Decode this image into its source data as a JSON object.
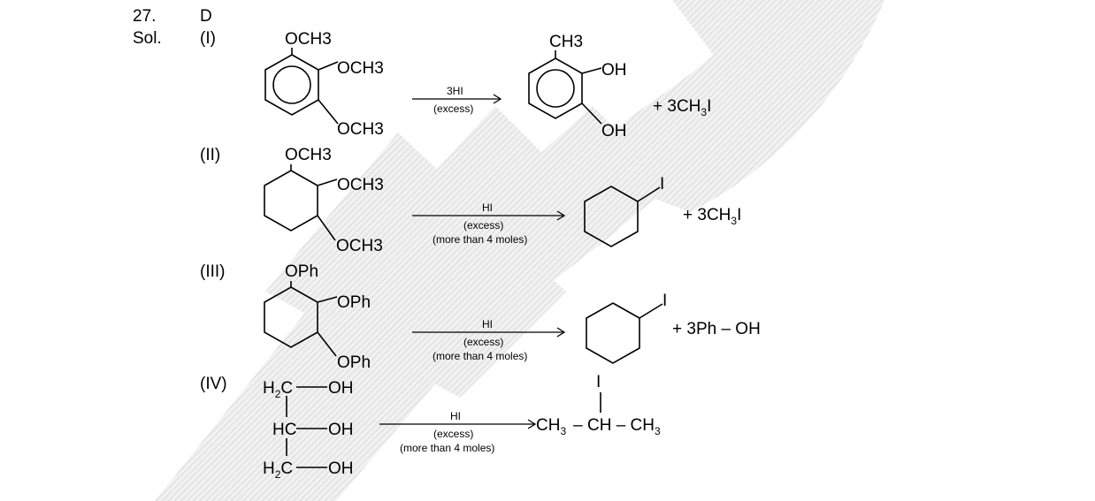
{
  "question_number": "27.",
  "answer": "D",
  "solution_label": "Sol.",
  "reactions": [
    {
      "label": "(I)",
      "reactant_groups": [
        "OCH3",
        "OCH3",
        "OCH3"
      ],
      "reagent": "3HI",
      "conditions": [
        "(excess)"
      ],
      "product_groups": [
        "CH3",
        "OH",
        "OH"
      ],
      "byproduct": "+ 3CH",
      "byproduct_sub": "3",
      "byproduct_tail": "I"
    },
    {
      "label": "(II)",
      "reactant_groups": [
        "OCH3",
        "OCH3",
        "OCH3"
      ],
      "reagent": "HI",
      "conditions": [
        "(excess)",
        "(more than 4 moles)"
      ],
      "product_groups": [
        "I"
      ],
      "byproduct": "+ 3CH",
      "byproduct_sub": "3",
      "byproduct_tail": "I"
    },
    {
      "label": "(III)",
      "reactant_groups": [
        "OPh",
        "OPh",
        "OPh"
      ],
      "reagent": "HI",
      "conditions": [
        "(excess)",
        "(more than 4 moles)"
      ],
      "product_groups": [
        "I"
      ],
      "byproduct": "+ 3Ph – OH"
    },
    {
      "label": "(IV)",
      "reactant_rows": [
        {
          "carbon": "H",
          "carbon_sub": "2",
          "carbon_tail": "C",
          "group": "OH"
        },
        {
          "carbon": "HC",
          "group": "OH"
        },
        {
          "carbon": "H",
          "carbon_sub": "2",
          "carbon_tail": "C",
          "group": "OH"
        }
      ],
      "reagent": "HI",
      "conditions": [
        "(excess)",
        "(more than 4 moles)"
      ],
      "product_top": "I",
      "product_left": "CH",
      "product_left_sub": "3",
      "product_mid": "– CH – CH",
      "product_right_sub": "3"
    }
  ]
}
